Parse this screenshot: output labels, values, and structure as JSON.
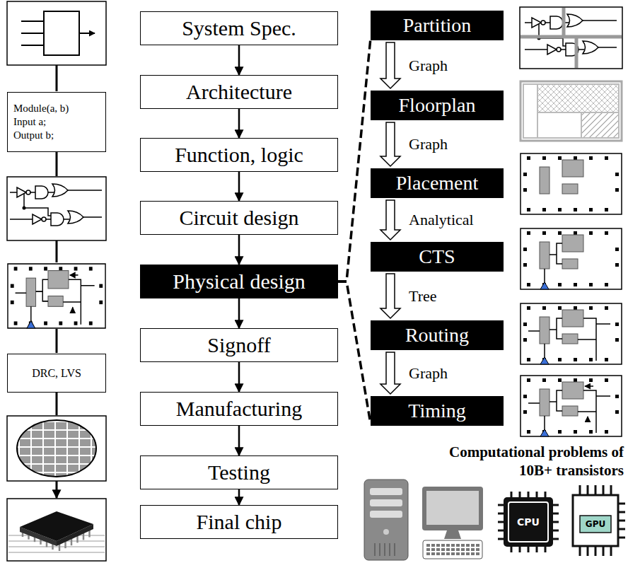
{
  "diagram": {
    "nodes": [
      {
        "text": [
          "Module(a, b)",
          "Input a;",
          "Output b;"
        ]
      },
      {
        "text": [
          "DRC, LVS"
        ]
      },
      {
        "text": [
          "System Spec."
        ]
      },
      {
        "text": [
          "Architecture"
        ]
      },
      {
        "text": [
          "Function, logic"
        ]
      },
      {
        "text": [
          "Circuit design"
        ]
      },
      {
        "text": [
          "Physical design"
        ]
      },
      {
        "text": [
          "Signoff"
        ]
      },
      {
        "text": [
          "Manufacturing"
        ]
      },
      {
        "text": [
          "Testing"
        ]
      },
      {
        "text": [
          "Final chip"
        ]
      },
      {
        "text": [
          "Partition"
        ]
      },
      {
        "text": [
          "Floorplan"
        ]
      },
      {
        "text": [
          "Placement"
        ]
      },
      {
        "text": [
          "CTS"
        ]
      },
      {
        "text": [
          "Routing"
        ]
      },
      {
        "text": [
          "Timing"
        ]
      }
    ],
    "edges": [
      {
        "from": 2,
        "to": 3,
        "arrow": "to"
      },
      {
        "from": 3,
        "to": 4,
        "arrow": "to"
      },
      {
        "from": 4,
        "to": 5,
        "arrow": "to"
      },
      {
        "from": 5,
        "to": 6,
        "arrow": "to"
      },
      {
        "from": 6,
        "to": 7,
        "arrow": "to"
      },
      {
        "from": 7,
        "to": 8,
        "arrow": "to"
      },
      {
        "from": 8,
        "to": 9,
        "arrow": "to"
      },
      {
        "from": 9,
        "to": 10,
        "arrow": "to"
      },
      {
        "from": 6,
        "to": 11,
        "arrow": "none"
      },
      {
        "from": 6,
        "to": 16,
        "arrow": "none"
      },
      {
        "from": 11,
        "to": 12,
        "label": "Graph",
        "arrow": "to"
      },
      {
        "from": 12,
        "to": 13,
        "label": "Graph",
        "arrow": "to"
      },
      {
        "from": 13,
        "to": 14,
        "label": "Analytical",
        "arrow": "to"
      },
      {
        "from": 14,
        "to": 15,
        "label": "Tree",
        "arrow": "to"
      },
      {
        "from": 15,
        "to": 16,
        "label": "Graph",
        "arrow": "to"
      }
    ],
    "labels": [
      "Computational problems of 10B+ transistors",
      "CPU",
      "GPU"
    ]
  }
}
